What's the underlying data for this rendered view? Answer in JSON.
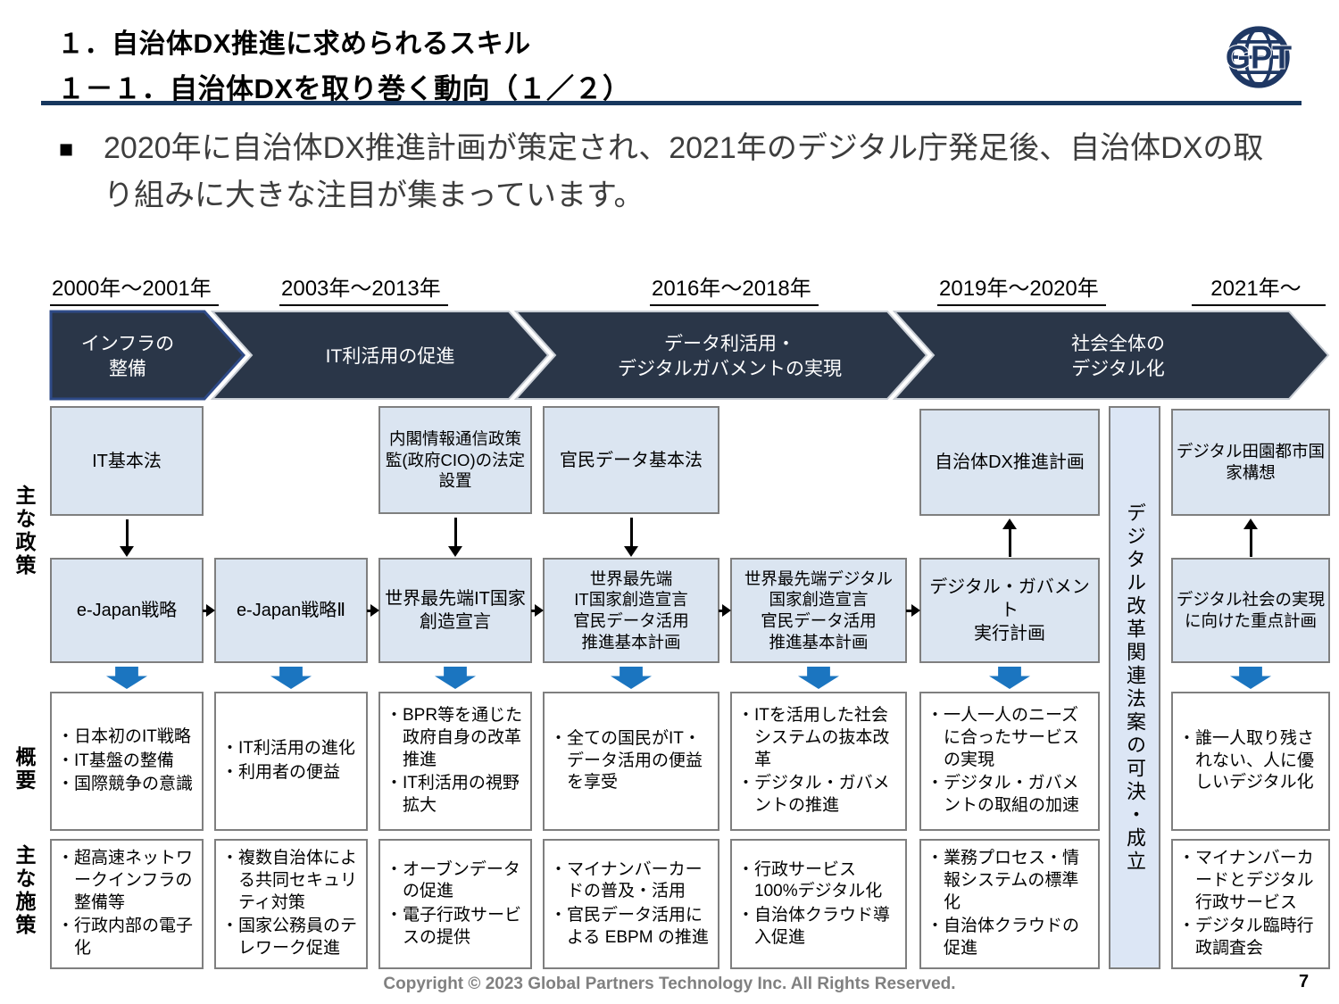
{
  "header": {
    "title_line1": "１．自治体DX推進に求められるスキル",
    "title_line2": "１－１．自治体DXを取り巻く動向（１／２）",
    "logo_text": "GPT"
  },
  "lead": {
    "marker": "■",
    "text": "2020年に自治体DX推進計画が策定され、2021年のデジタル庁発足後、自治体DXの取り組みに大きな注目が集まっています。"
  },
  "ui": {
    "bullet": "・"
  },
  "timeline": {
    "periods": [
      "2000年～2001年",
      "2003年～2013年",
      "2016年～2018年",
      "2019年～2020年",
      "2021年～"
    ],
    "phases": [
      "インフラの\n整備",
      "IT利活用の促進",
      "データ利活用・\nデジタルガバメントの実現",
      "社会全体の\nデジタル化"
    ]
  },
  "row_labels": [
    "主な政策",
    "概要",
    "主な施策"
  ],
  "top_boxes": [
    "IT基本法",
    "内閣情報通信政策監(政府CIO)の法定設置",
    "官民データ基本法",
    "自治体DX推進計画",
    "デジタル田園都市国家構想"
  ],
  "policy_boxes": [
    "e-Japan戦略",
    "e-Japan戦略Ⅱ",
    "世界最先端IT国家創造宣言",
    "世界最先端\nIT国家創造宣言\n官民データ活用\n推進基本計画",
    "世界最先端デジタル\n国家創造宣言\n官民データ活用\n推進基本計画",
    "デジタル・ガバメント\n実行計画",
    "デジタル社会の実現に向けた重点計画"
  ],
  "overview": [
    [
      "日本初のIT戦略",
      "IT基盤の整備",
      "国際競争の意識"
    ],
    [
      "IT利活用の進化",
      "利用者の便益"
    ],
    [
      "BPR等を通じた政府自身の改革推進",
      "IT利活用の視野拡大"
    ],
    [
      "全ての国民がIT・データ活用の便益を享受"
    ],
    [
      "ITを活用した社会システムの抜本改革",
      "デジタル・ガバメントの推進"
    ],
    [
      "一人一人のニーズに合ったサービスの実現",
      "デジタル・ガバメントの取組の加速"
    ],
    [
      "誰一人取り残されない、人に優しいデジタル化"
    ]
  ],
  "measures": [
    [
      "超高速ネットワークインフラの整備等",
      "行政内部の電子化"
    ],
    [
      "複数自治体による共同セキュリティ対策",
      "国家公務員のテレワーク促進"
    ],
    [
      "オーブンデータの促進",
      "電子行政サービスの提供"
    ],
    [
      "マイナンバーカードの普及・活用",
      "官民データ活用による EBPM の推進"
    ],
    [
      "行政サービス\n100%デジタル化",
      "自治体クラウド導入促進"
    ],
    [
      "業務プロセス・情報システムの標準化",
      "自治体クラウドの促進"
    ],
    [
      "マイナンバーカードとデジタル行政サービス",
      "デジタル臨時行政調査会"
    ]
  ],
  "side_bar": "デジタル改革関連法案の可決・成立",
  "colors": {
    "accent_navy": "#17375e",
    "chevron_fill": "#2a3648",
    "box_fill": "#dbe5f1",
    "border_gray": "#7f7f7f",
    "arrow_blue": "#1b75c0"
  },
  "footer": {
    "copyright": "Copyright © 2023 Global Partners Technology Inc. All Rights Reserved.",
    "page": "7"
  }
}
